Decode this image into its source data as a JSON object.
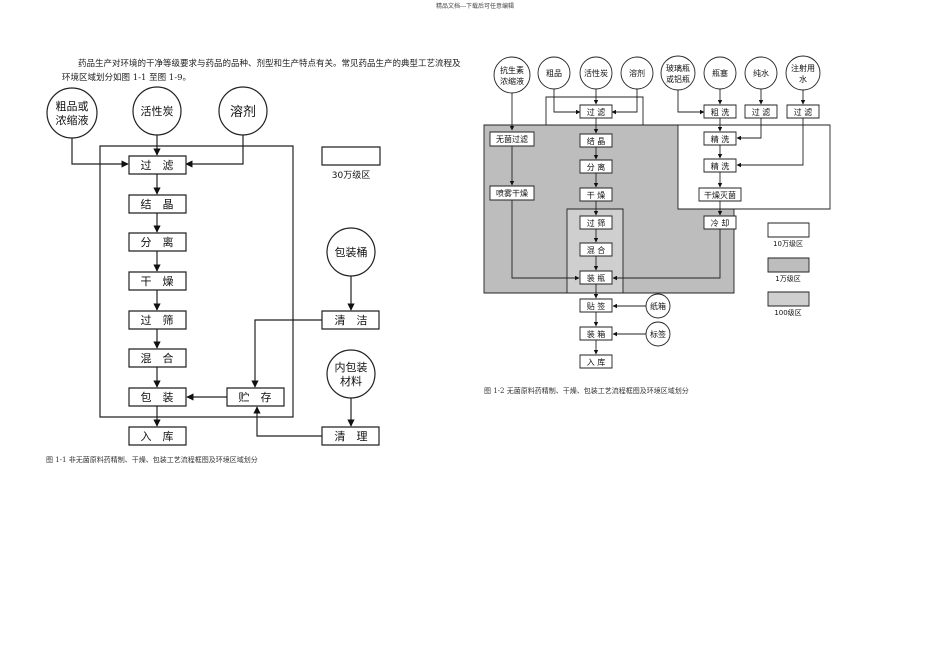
{
  "header": "精品文档---下载后可任意编辑",
  "intro": "药品生产对环境的干净等级要求与药品的品种、剂型和生产特点有关。常见药品生产的典型工艺流程及环境区域划分如图 1-1 至图 1-9。",
  "fig1": {
    "caption": "图 1-1   非无菌原料药精制、干燥、包装工艺流程框图及环境区域划分",
    "inputs": [
      "粗品或",
      "浓缩液",
      "活性炭",
      "溶剂"
    ],
    "steps": [
      "过　滤",
      "结　晶",
      "分　离",
      "干　燥",
      "过　筛",
      "混　合",
      "包　装",
      "入　库"
    ],
    "store": "贮　存",
    "pkg_bucket": "包装桶",
    "clean": "清　洁",
    "inner_pkg": [
      "内包装",
      "材料"
    ],
    "tidy": "清　理",
    "legend": "30万级区"
  },
  "fig2": {
    "caption": "图 1-2   无菌原料药精制、干燥、包装工艺流程框图及环境区域划分",
    "inputs": [
      [
        "抗生素",
        "浓缩液"
      ],
      [
        "粗品"
      ],
      [
        "活性炭"
      ],
      [
        "溶剂"
      ],
      [
        "玻璃瓶",
        "或铝瓶"
      ],
      [
        "瓶塞"
      ],
      [
        "纯水"
      ],
      [
        "注射用",
        "水"
      ]
    ],
    "center_steps": [
      "过 滤",
      "结 晶",
      "分 离",
      "干 燥",
      "过 筛",
      "混 合",
      "装 瓶",
      "贴 签",
      "装 箱",
      "入 库"
    ],
    "left_steps": [
      "无菌过滤",
      "喷雾干燥"
    ],
    "right_steps": [
      "粗 洗",
      "精 洗",
      "精 洗",
      "干燥灭菌",
      "冷 却"
    ],
    "filters": [
      "过 滤",
      "过 滤"
    ],
    "side_inputs": [
      "纸箱",
      "标签"
    ],
    "legend": [
      "10万级区",
      "1万级区",
      "100级区"
    ],
    "colors": {
      "zone_10k": "#bdbdbd",
      "zone_100": "#cfcfcf",
      "zone_100k": "#ffffff"
    }
  }
}
